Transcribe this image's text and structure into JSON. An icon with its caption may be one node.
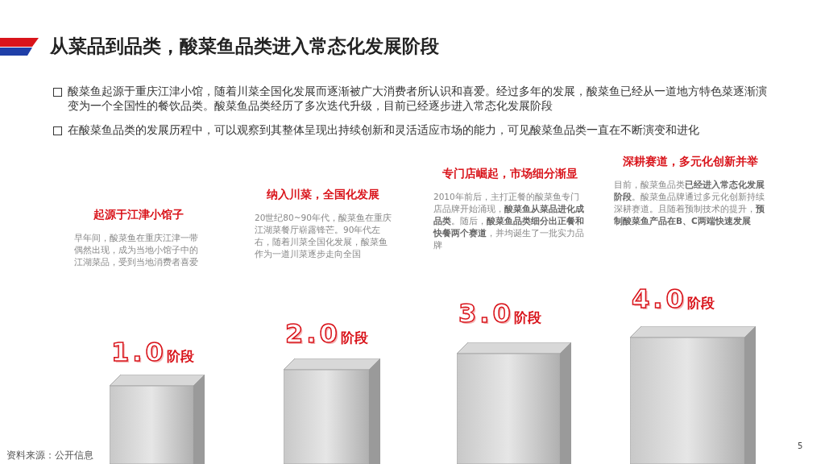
{
  "diagram": {
    "title": "从菜品到品类，酸菜鱼品类进入常态化发展阶段",
    "nodes": [
      {
        "text": [
          "1.0阶段"
        ],
        "beside": [
          "起源于江津小馆子",
          "早年间，酸菜鱼在重庆江津一带偶然出现，成为当地小馆子中的江湖菜品，受到当地消费者喜爱"
        ]
      },
      {
        "text": [
          "2.0阶段"
        ],
        "beside": [
          "纳入川菜，全国化发展",
          "20世纪80~90年代，酸菜鱼在重庆江湖菜餐厅崭露锋芒。90年代左右，随着川菜全国化发展，酸菜鱼作为一道川菜逐步走向全国"
        ]
      },
      {
        "text": [
          "3.0阶段"
        ],
        "beside": [
          "专门店崛起，市场细分渐显",
          "2010年前后，主打正餐的酸菜鱼专门店品牌开始涌现，**酸菜鱼从菜品进化成品类**。随后，**酸菜鱼品类细分出正餐和快餐两个赛道**，并均诞生了一批实力品牌"
        ]
      },
      {
        "text": [
          "4.0阶段"
        ],
        "beside": [
          "深耕赛道，多元化创新并举",
          "目前，酸菜鱼品类**已经进入常态化发展阶段**。酸菜鱼品牌通过多元化创新持续深耕赛道。且随着预制技术的提升，**预制酸菜鱼产品在B、C两端快速发展**"
        ]
      }
    ],
    "labels": [
      "酸菜鱼起源于重庆江津小馆，随着川菜全国化发展而逐渐被广大消费者所认识和喜爱。经过多年的发展，酸菜鱼已经从一道地方特色菜逐渐演变为一个全国性的餐饮品类。酸菜鱼品类经历了多次迭代升级，目前已经逐步进入常态化发展阶段",
      "在酸菜鱼品类的发展历程中，可以观察到其整体呈现出持续创新和灵活适应市场的能力，可见酸菜鱼品类一直在不断演变和进化",
      "资料来源：公开信息",
      "5"
    ]
  }
}
